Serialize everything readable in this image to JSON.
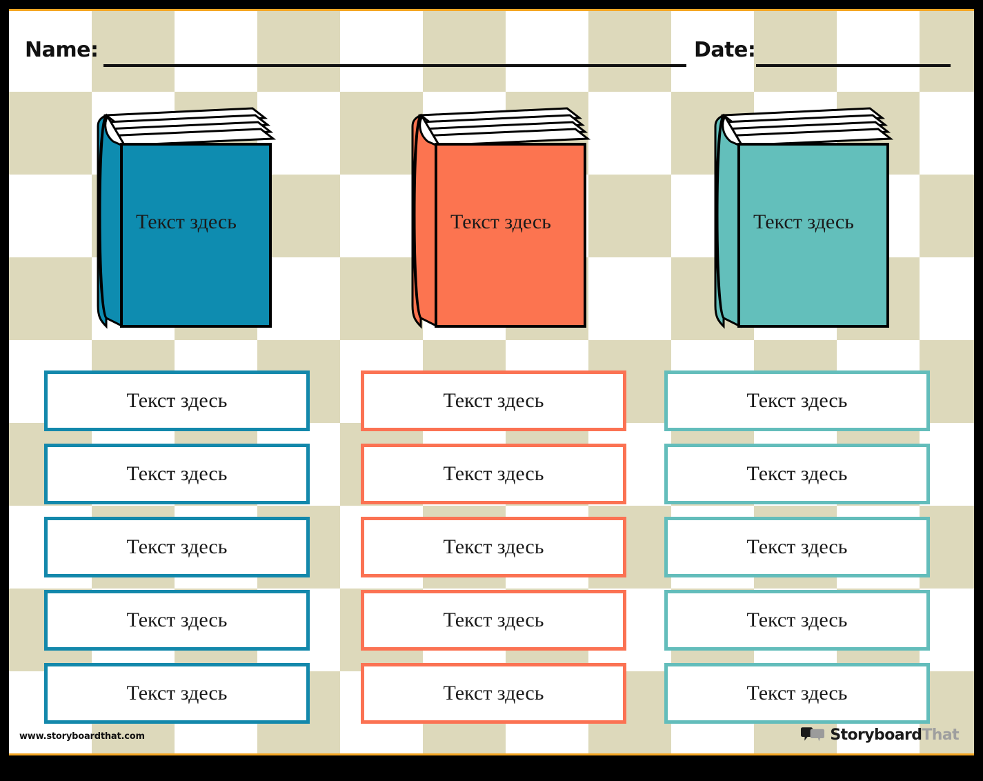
{
  "page": {
    "background_color": "#ffffff",
    "checker_color": "#ddd9bb",
    "frame_color": "#000000",
    "accent_rule_color": "#f5a623"
  },
  "header": {
    "name_label": "Name:",
    "date_label": "Date:"
  },
  "books": [
    {
      "label": "Текст здесь",
      "color": "#0e8cb0",
      "spine_color": "#0e8cb0",
      "name": "book-blue"
    },
    {
      "label": "Текст здесь",
      "color": "#fc7450",
      "spine_color": "#fc7450",
      "name": "book-orange"
    },
    {
      "label": "Текст здесь",
      "color": "#63bfbb",
      "spine_color": "#63bfbb",
      "name": "book-teal"
    }
  ],
  "columns": [
    {
      "accent": "#1388ab",
      "boxes": [
        {
          "text": "Текст здесь"
        },
        {
          "text": "Текст здесь"
        },
        {
          "text": "Текст здесь"
        },
        {
          "text": "Текст здесь"
        },
        {
          "text": "Текст здесь"
        }
      ]
    },
    {
      "accent": "#fb7253",
      "boxes": [
        {
          "text": "Текст здесь"
        },
        {
          "text": "Текст здесь"
        },
        {
          "text": "Текст здесь"
        },
        {
          "text": "Текст здесь"
        },
        {
          "text": "Текст здесь"
        }
      ]
    },
    {
      "accent": "#63bdbb",
      "boxes": [
        {
          "text": "Текст здесь"
        },
        {
          "text": "Текст здесь"
        },
        {
          "text": "Текст здесь"
        },
        {
          "text": "Текст здесь"
        },
        {
          "text": "Текст здесь"
        }
      ]
    }
  ],
  "footer": {
    "site_url": "www.storyboardthat.com",
    "logo_primary": "Storyboard",
    "logo_secondary": "That",
    "logo_icon": "speech-bubbles-icon"
  }
}
